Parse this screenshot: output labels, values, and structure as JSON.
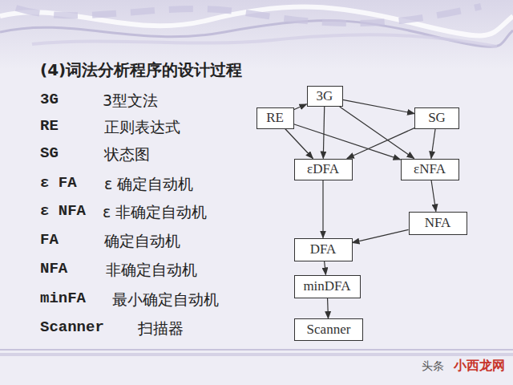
{
  "diagram": {
    "title": "(4)词法分析程序的设计过程",
    "nodes": [
      {
        "text": [
          "3G"
        ]
      },
      {
        "text": [
          "RE"
        ]
      },
      {
        "text": [
          "SG"
        ]
      },
      {
        "text": [
          "εDFA"
        ]
      },
      {
        "text": [
          "εNFA"
        ]
      },
      {
        "text": [
          "NFA"
        ]
      },
      {
        "text": [
          "DFA"
        ]
      },
      {
        "text": [
          "minDFA"
        ]
      },
      {
        "text": [
          "Scanner"
        ]
      }
    ],
    "edges": [
      {
        "from": 1,
        "to": 0,
        "arrow": "to"
      },
      {
        "from": 0,
        "to": 2,
        "arrow": "to"
      },
      {
        "from": 0,
        "to": 3,
        "arrow": "to"
      },
      {
        "from": 0,
        "to": 4,
        "arrow": "to"
      },
      {
        "from": 1,
        "to": 3,
        "arrow": "to"
      },
      {
        "from": 1,
        "to": 4,
        "arrow": "to"
      },
      {
        "from": 2,
        "to": 3,
        "arrow": "to"
      },
      {
        "from": 2,
        "to": 4,
        "arrow": "to"
      },
      {
        "from": 4,
        "to": 5,
        "arrow": "to"
      },
      {
        "from": 5,
        "to": 6,
        "arrow": "to"
      },
      {
        "from": 3,
        "to": 6,
        "arrow": "to"
      },
      {
        "from": 6,
        "to": 7,
        "arrow": "to"
      },
      {
        "from": 7,
        "to": 8,
        "arrow": "to"
      }
    ],
    "labels": [
      "3G",
      "3型文法",
      "RE",
      "正则表达式",
      "SG",
      "状态图",
      "ε FA",
      "ε 确定自动机",
      "ε NFA",
      "ε 非确定自动机",
      "FA",
      "确定自动机",
      "NFA",
      "非确定自动机",
      "minFA",
      "最小确定自动机",
      "Scanner",
      "扫描器",
      "头条",
      "小西龙网"
    ]
  }
}
